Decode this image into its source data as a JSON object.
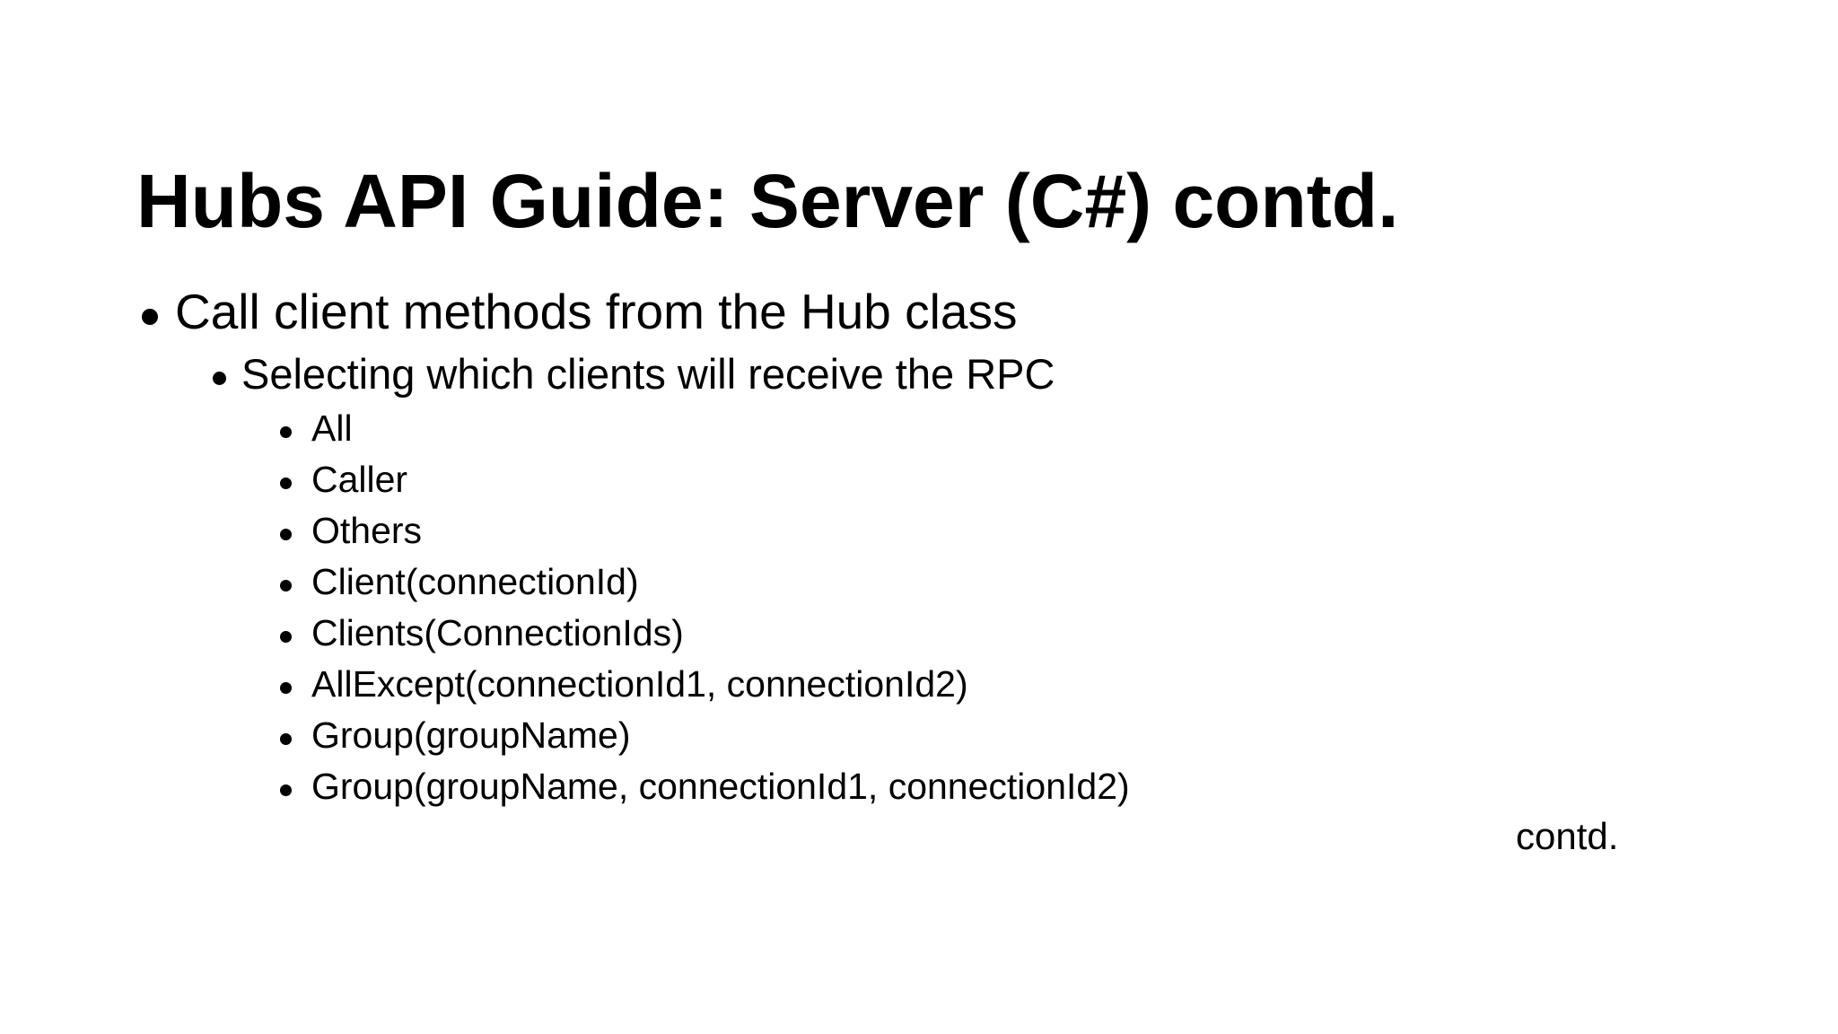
{
  "slide": {
    "background_color": "#ffffff",
    "text_color": "#000000",
    "title": "Hubs API Guide: Server (C#) contd.",
    "content": {
      "level1": "Call client methods from the Hub class",
      "level2": "Selecting which clients will receive the RPC",
      "level3": [
        "All",
        "Caller",
        "Others",
        "Client(connectionId)",
        "Clients(ConnectionIds)",
        "AllExcept(connectionId1, connectionId2)",
        "Group(groupName)",
        "Group(groupName, connectionId1, connectionId2)"
      ]
    },
    "footnote": "contd."
  }
}
